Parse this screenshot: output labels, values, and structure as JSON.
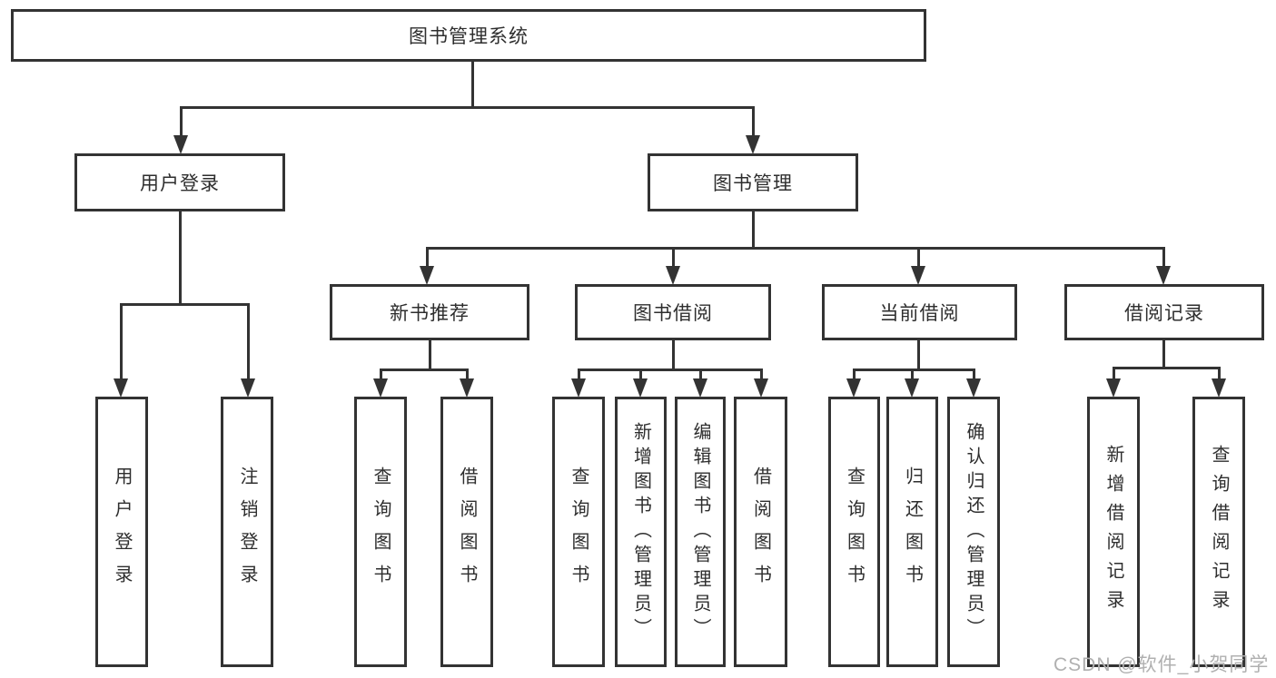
{
  "diagram_title": "图书管理系统",
  "nodes": {
    "root": "图书管理系统",
    "level2": [
      "用户登录",
      "图书管理"
    ],
    "level3": [
      "新书推荐",
      "图书借阅",
      "当前借阅",
      "借阅记录"
    ],
    "leaves": [
      "用户登录",
      "注销登录",
      "查询图书",
      "借阅图书",
      "查询图书",
      "新增图书（管理员）",
      "编辑图书（管理员）",
      "借阅图书",
      "查询图书",
      "归还图书",
      "确认归还（管理员）",
      "新增借阅记录",
      "查询借阅记录"
    ]
  },
  "watermark": "CSDN @软件_小贺同学",
  "colors": {
    "line": "#333333",
    "text": "#2e2e2e",
    "background": "#ffffff",
    "watermark": "#b0b0b0"
  }
}
